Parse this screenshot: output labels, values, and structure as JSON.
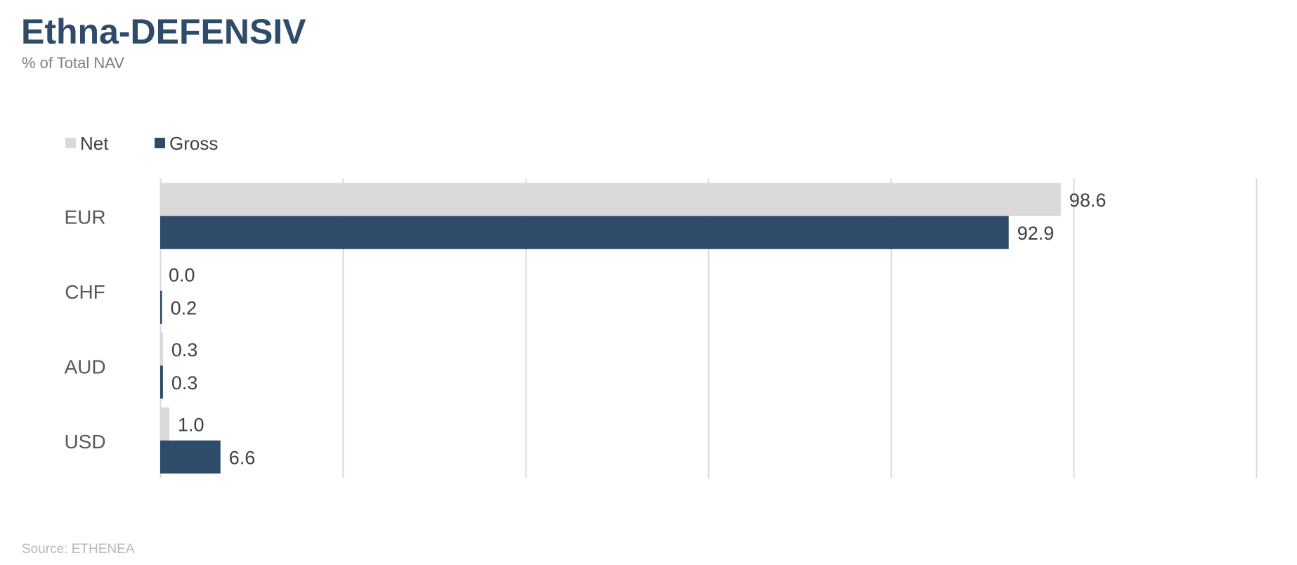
{
  "header": {
    "title": "Ethna-DEFENSIV",
    "subtitle": "% of Total NAV"
  },
  "footer": {
    "source": "Source: ETHENEA"
  },
  "colors": {
    "net": "#d9d9d9",
    "gross": "#2f4b6a",
    "grid": "#d9d9d9",
    "title": "#2f4b6a"
  },
  "chart_data": {
    "type": "bar",
    "orientation": "horizontal",
    "categories": [
      "EUR",
      "CHF",
      "AUD",
      "USD"
    ],
    "series": [
      {
        "name": "Net",
        "values": [
          98.6,
          0.0,
          0.3,
          1.0
        ]
      },
      {
        "name": "Gross",
        "values": [
          92.9,
          0.2,
          0.3,
          6.6
        ]
      }
    ],
    "xlim": [
      0,
      120
    ],
    "grid": true,
    "legend_position": "top-left",
    "data_labels": true
  }
}
